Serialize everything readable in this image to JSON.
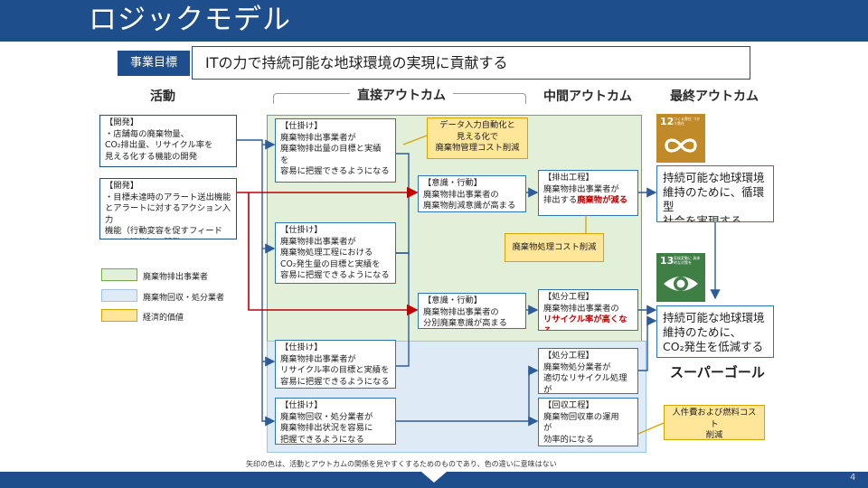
{
  "page": {
    "title": "ロジックモデル",
    "page_number": "4",
    "note": "矢印の色は、活動とアウトカムの関係を見やすくするためのものであり、色の違いに意味はない"
  },
  "goal": {
    "label": "事業目標",
    "text": "ITの力で持続可能な地球環境の実現に貢献する"
  },
  "columns": {
    "activity": "活動",
    "direct": "直接アウトカム",
    "intermediate": "中間アウトカム",
    "final": "最終アウトカム"
  },
  "activities": [
    {
      "text": "【開発】\n・店舗毎の廃棄物量、\n CO₂排出量、リサイクル率を\n 見える化する機能の開発"
    },
    {
      "text": "【開発】\n・目標未達時のアラート送出機能\n とアラートに対するアクション入力\n 機能（行動変容を促すフィード\n バック機能）の開発"
    }
  ],
  "direct": [
    {
      "text": "【仕掛け】\n廃棄物排出事業者が\n廃棄物排出量の目標と実績\nを\n容易に把握できるようになる"
    },
    {
      "text": "【仕掛け】\n廃棄物排出事業者が\n廃棄物処理工程における\nCO₂発生量の目標と実績を\n容易に把握できるようになる"
    },
    {
      "text": "【仕掛け】\n廃棄物排出事業者が\nリサイクル率の目標と実績を\n容易に把握できるようになる"
    },
    {
      "text": "【仕掛け】\n廃棄物回収・処分業者が\n廃棄物排出状況を容易に\n把握できるようになる"
    }
  ],
  "mid": [
    {
      "text": "【意識・行動】\n廃棄物排出事業者の\n廃棄物削減意識が高まる"
    },
    {
      "text": "【意識・行動】\n廃棄物排出事業者の\n分別廃棄意識が高まる"
    }
  ],
  "intermediate": [
    {
      "prefix": "【排出工程】\n廃棄物排出事業者が\n排出する",
      "highlight": "廃棄物が減る"
    },
    {
      "prefix": "【処分工程】\n廃棄物排出事業者の\n",
      "highlight": "リサイクル率が高くなる"
    },
    {
      "text": "【処分工程】\n廃棄物処分業者が\n適切なリサイクル処理が\nできるようになる"
    },
    {
      "text": "【回収工程】\n廃棄物回収車の運用\nが\n効率的になる"
    }
  ],
  "economic": [
    {
      "text": "データ入力自動化と\n見える化で\n廃棄物管理コスト削減"
    },
    {
      "text": "廃棄物処理コスト削減"
    },
    {
      "text": "人件費および燃料コスト\n削減"
    }
  ],
  "final": [
    {
      "text": "持続可能な地球環境\n維持のために、循環型\n社会を実現する"
    },
    {
      "text": "持続可能な地球環境\n維持のために、\nCO₂発生を低減する"
    }
  ],
  "sdg": [
    {
      "number": "12",
      "caption": "つくる責任\nつかう責任",
      "color": "#c08a28"
    },
    {
      "number": "13",
      "caption": "気候変動に\n具体的な対策を",
      "color": "#3f7e44"
    }
  ],
  "super_goal": "スーパーゴール",
  "legend": [
    {
      "label": "廃棄物排出事業者",
      "color": "#e2efd9",
      "border": "#70ad47"
    },
    {
      "label": "廃棄物回収・処分業者",
      "color": "#deebf7",
      "border": "#9dc3e6"
    },
    {
      "label": "経済的価値",
      "color": "#ffe699",
      "border": "#d9a400"
    }
  ],
  "colors": {
    "header": "#1f4e8c",
    "arrow_blue": "#2e5c9a",
    "arrow_red": "#c00000",
    "highlight": "#c00000"
  }
}
